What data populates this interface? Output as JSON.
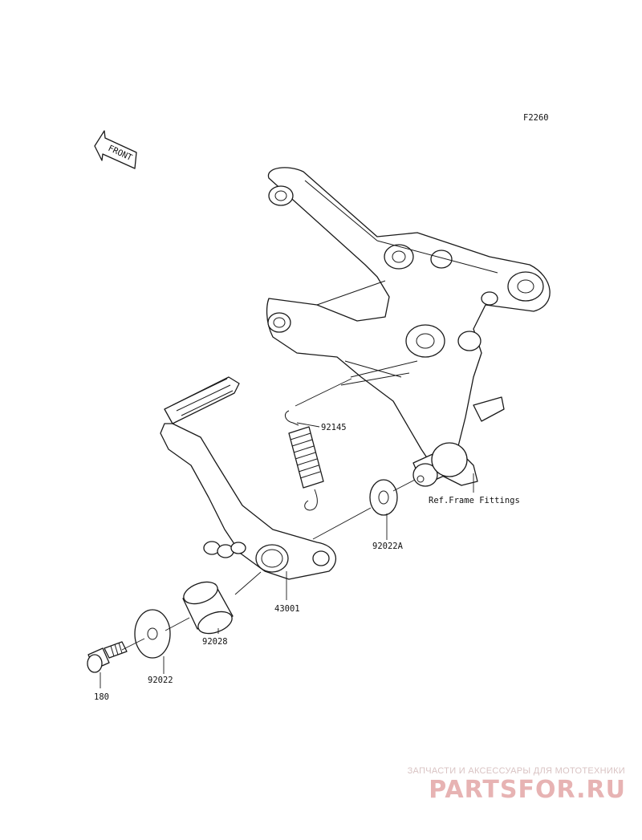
{
  "diagram": {
    "code": "F2260",
    "front_label": "FRONT",
    "ref_label": "Ref.Frame Fittings",
    "parts": [
      {
        "id": "p92145",
        "label": "92145"
      },
      {
        "id": "p92022A",
        "label": "92022A"
      },
      {
        "id": "p43001",
        "label": "43001"
      },
      {
        "id": "p92028",
        "label": "92028"
      },
      {
        "id": "p92022",
        "label": "92022"
      },
      {
        "id": "p180",
        "label": "180"
      }
    ]
  },
  "watermark": {
    "subtitle": "ЗАПЧАСТИ И АКСЕССУАРЫ ДЛЯ МОТОТЕХНИКИ",
    "logo_text": "PARTSFOR.RU",
    "color": "#e7b3b3"
  }
}
